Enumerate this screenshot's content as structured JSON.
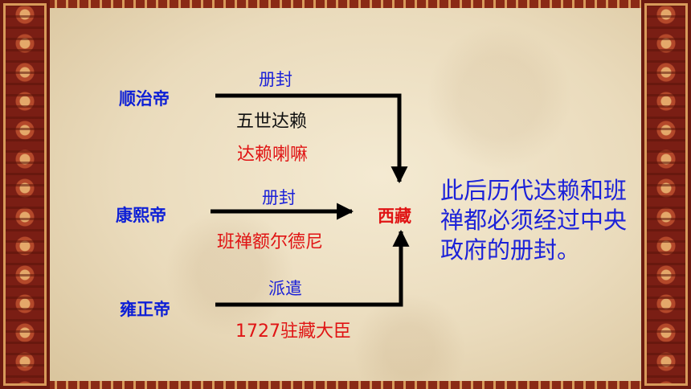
{
  "emperors": {
    "shunzhi": "顺治帝",
    "kangxi": "康熙帝",
    "yongzheng": "雍正帝"
  },
  "actions": {
    "shunzhi_action": "册封",
    "kangxi_action": "册封",
    "yongzheng_action": "派遣"
  },
  "titles": {
    "shunzhi_person": "五世达赖",
    "shunzhi_title": "达赖喇嘛",
    "kangxi_title": "班禅额尔德尼",
    "yongzheng_title": "1727驻藏大臣"
  },
  "target": "西藏",
  "conclusion": "此后历代达赖和班禅都必须经过中央政府的册封。",
  "colors": {
    "blue_text": "#1c22d8",
    "red_text": "#e01414",
    "arrow": "#000000"
  }
}
